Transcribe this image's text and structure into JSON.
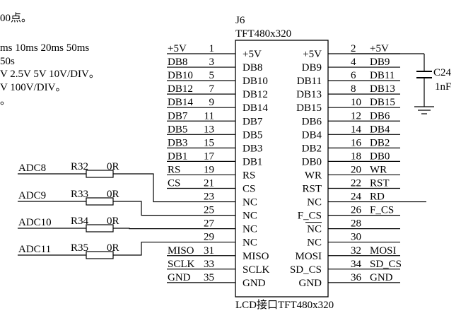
{
  "top_text": {
    "line1": "00点。",
    "line2": "ms 10ms 20ms 50ms",
    "line3": "50s",
    "line4": "V 2.5V 5V 10V/DIV。",
    "line5": "V 100V/DIV。",
    "line6": "。"
  },
  "connector": {
    "ref": "J6",
    "value": "TFT480x320",
    "caption": "LCD接口TFT480x320"
  },
  "left_pins": [
    {
      "net": "+5V",
      "num": "1",
      "name": "+5V",
      "overline": false
    },
    {
      "net": "DB8",
      "num": "3",
      "name": "DB8",
      "overline": false
    },
    {
      "net": "DB10",
      "num": "5",
      "name": "DB10",
      "overline": false
    },
    {
      "net": "DB12",
      "num": "7",
      "name": "DB12",
      "overline": false
    },
    {
      "net": "DB14",
      "num": "9",
      "name": "DB14",
      "overline": false
    },
    {
      "net": "DB7",
      "num": "11",
      "name": "DB7",
      "overline": false
    },
    {
      "net": "DB5",
      "num": "13",
      "name": "DB5",
      "overline": false
    },
    {
      "net": "DB3",
      "num": "15",
      "name": "DB3",
      "overline": false
    },
    {
      "net": "DB1",
      "num": "17",
      "name": "DB1",
      "overline": false
    },
    {
      "net": "RS",
      "num": "19",
      "name": "RS",
      "overline": false
    },
    {
      "net": "CS",
      "num": "21",
      "name": "CS",
      "overline": false
    },
    {
      "net": "",
      "num": "23",
      "name": "NC",
      "overline": false
    },
    {
      "net": "",
      "num": "25",
      "name": "NC",
      "overline": false
    },
    {
      "net": "",
      "num": "27",
      "name": "NC",
      "overline": false
    },
    {
      "net": "",
      "num": "29",
      "name": "NC",
      "overline": false
    },
    {
      "net": "MISO",
      "num": "31",
      "name": "MISO",
      "overline": false
    },
    {
      "net": "SCLK",
      "num": "33",
      "name": "SCLK",
      "overline": false
    },
    {
      "net": "GND",
      "num": "35",
      "name": "GND",
      "overline": false
    }
  ],
  "right_pins": [
    {
      "net": "+5V",
      "num": "2",
      "name": "+5V",
      "overline": false
    },
    {
      "net": "DB9",
      "num": "4",
      "name": "DB9",
      "overline": false
    },
    {
      "net": "DB11",
      "num": "6",
      "name": "DB11",
      "overline": false
    },
    {
      "net": "DB13",
      "num": "8",
      "name": "DB13",
      "overline": false
    },
    {
      "net": "DB15",
      "num": "10",
      "name": "DB15",
      "overline": false
    },
    {
      "net": "DB6",
      "num": "12",
      "name": "DB6",
      "overline": false
    },
    {
      "net": "DB4",
      "num": "14",
      "name": "DB4",
      "overline": false
    },
    {
      "net": "DB2",
      "num": "16",
      "name": "DB2",
      "overline": false
    },
    {
      "net": "DB0",
      "num": "18",
      "name": "DB0",
      "overline": false
    },
    {
      "net": "WR",
      "num": "20",
      "name": "WR",
      "overline": false
    },
    {
      "net": "RST",
      "num": "22",
      "name": "RST",
      "overline": false
    },
    {
      "net": "RD",
      "num": "24",
      "name": "NC",
      "overline": false
    },
    {
      "net": "F_CS",
      "num": "26",
      "name": "F_CS",
      "overline": false
    },
    {
      "net": "",
      "num": "28",
      "name": "NC",
      "overline": true
    },
    {
      "net": "",
      "num": "30",
      "name": "NC",
      "overline": false
    },
    {
      "net": "MOSI",
      "num": "32",
      "name": "MOSI",
      "overline": false
    },
    {
      "net": "SD_CS",
      "num": "34",
      "name": "SD_CS",
      "overline": false
    },
    {
      "net": "GND",
      "num": "36",
      "name": "GND",
      "overline": false
    }
  ],
  "resistors": [
    {
      "net": "ADC8",
      "ref": "R32",
      "value": "0R"
    },
    {
      "net": "ADC9",
      "ref": "R33",
      "value": "0R"
    },
    {
      "net": "ADC10",
      "ref": "R34",
      "value": "0R"
    },
    {
      "net": "ADC11",
      "ref": "R35",
      "value": "0R"
    }
  ],
  "capacitor": {
    "ref": "C24",
    "value": "1nF"
  }
}
